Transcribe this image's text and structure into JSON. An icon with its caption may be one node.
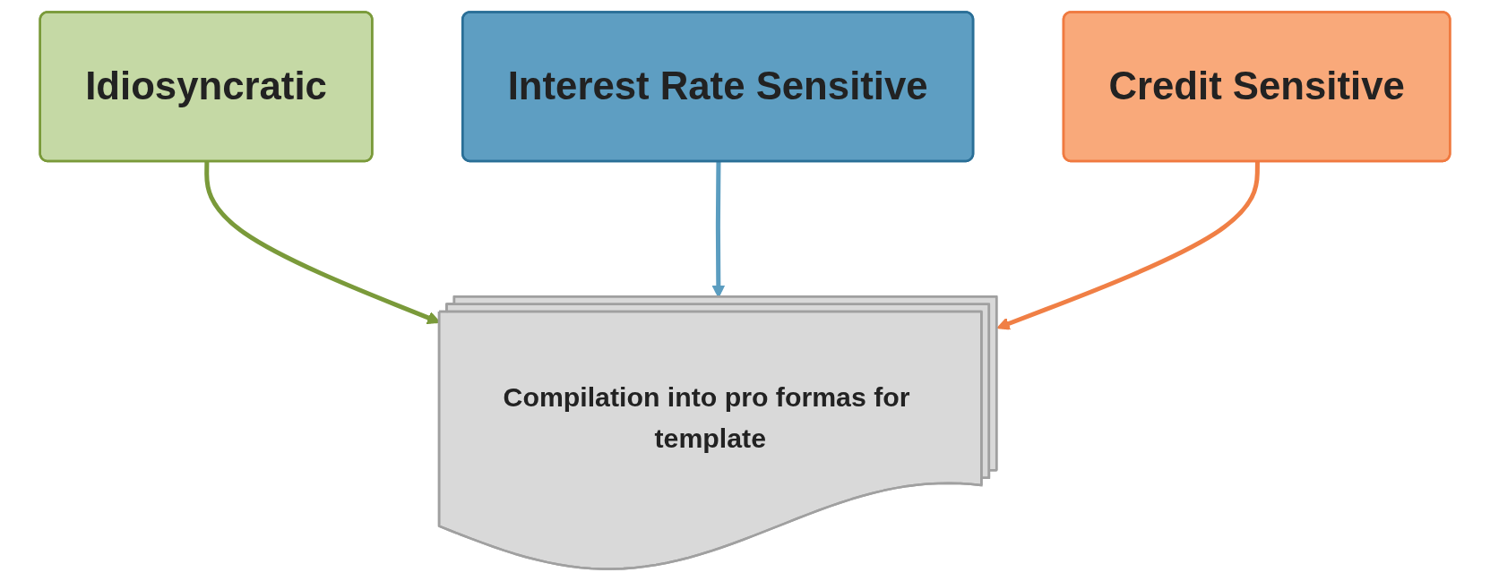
{
  "diagram": {
    "nodes": [
      {
        "text": [
          "Idiosyncratic"
        ]
      },
      {
        "text": [
          "Interest Rate Sensitive"
        ]
      },
      {
        "text": [
          "Credit Sensitive"
        ]
      },
      {
        "text": [
          "Compilation into pro formas for template"
        ]
      }
    ],
    "edges": [
      {
        "from": 0,
        "to": 3,
        "arrow": "to",
        "color": "#7a9a3a"
      },
      {
        "from": 1,
        "to": 3,
        "arrow": "to",
        "color": "#5b9dc0"
      },
      {
        "from": 2,
        "to": 3,
        "arrow": "to",
        "color": "#f07f45"
      }
    ]
  }
}
